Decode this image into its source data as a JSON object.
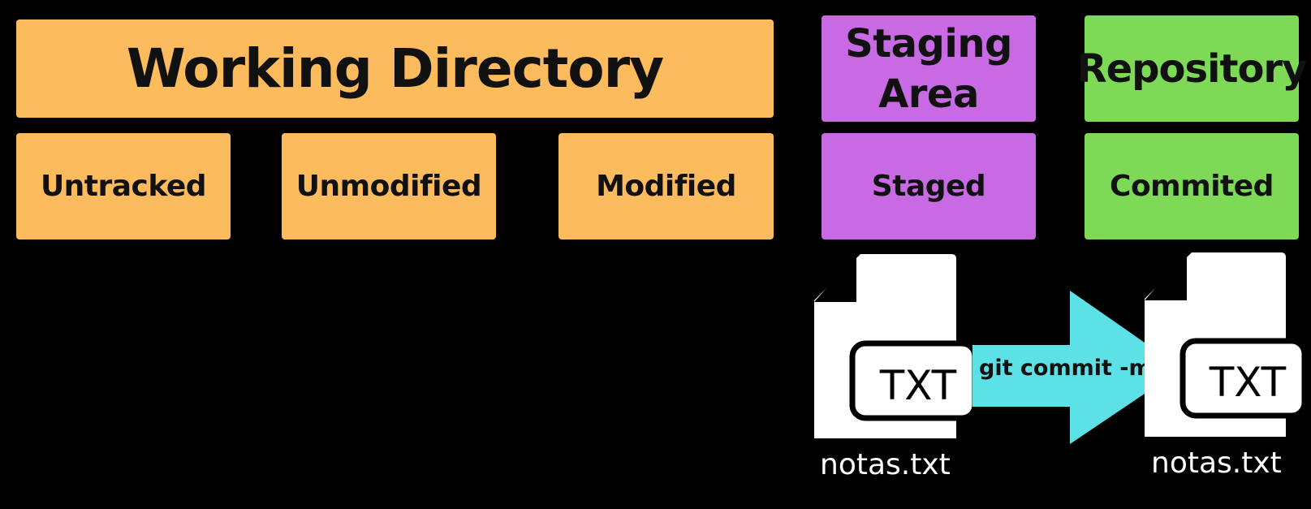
{
  "colors": {
    "background": "#000000",
    "working": "#fcbb5d",
    "staging": "#c86ae3",
    "repository": "#7ed957",
    "arrow": "#5ce1e6",
    "file": "#ffffff",
    "text_dark": "#111111"
  },
  "sections": {
    "working_directory": {
      "title": "Working Directory",
      "states": [
        "Untracked",
        "Unmodified",
        "Modified"
      ]
    },
    "staging_area": {
      "title_line1": "Staging",
      "title_line2": "Area",
      "state": "Staged"
    },
    "repository": {
      "title": "Repository",
      "state": "Commited"
    }
  },
  "files": {
    "staged_file": {
      "icon": "txt-file-icon",
      "badge": "TXT",
      "name": "notas.txt"
    },
    "committed_file": {
      "icon": "txt-file-icon",
      "badge": "TXT",
      "name": "notas.txt"
    }
  },
  "arrow": {
    "icon": "right-arrow-icon",
    "label": "git commit -m"
  }
}
